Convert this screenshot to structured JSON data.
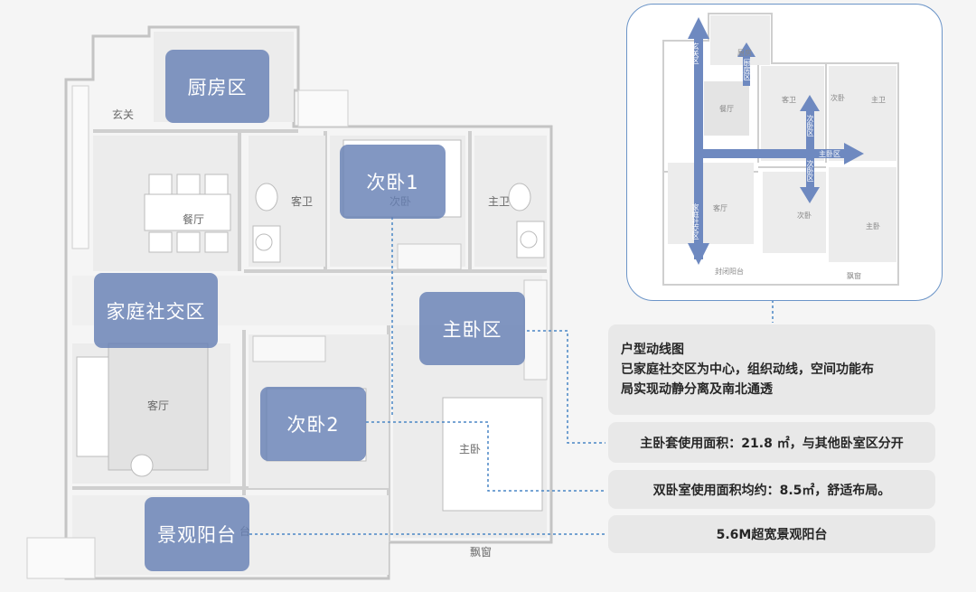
{
  "zones": {
    "kitchen": "厨房区",
    "bedroom2": "次卧1",
    "family": "家庭社交区",
    "master": "主卧区",
    "bedroom3": "次卧2",
    "balcony": "景观阳台"
  },
  "rooms": {
    "entrance": "玄关",
    "dining": "餐厅",
    "guest_bath": "客卫",
    "bedroom": "次卧",
    "master_bath": "主卫",
    "living": "客厅",
    "master": "主卧",
    "bay_window": "飘窗",
    "balcony_partial": "台"
  },
  "flow_diagram": {
    "arrows": {
      "entrance": "玄关区",
      "kitchen": "厨房区",
      "secondary": "次卧区",
      "master": "主卧区",
      "secondary2": "次卧区",
      "social": "家庭社交区"
    },
    "rooms": {
      "kitchen": "厨房",
      "dining": "餐厅",
      "guest_bath": "客卫",
      "bedroom_top": "次卧",
      "master_bath": "主卫",
      "living": "客厅",
      "bedroom_mid": "次卧",
      "master": "主卧",
      "balcony": "封闭阳台",
      "bay": "飘窗"
    }
  },
  "info": {
    "summary_title": "户型动线图",
    "summary_line1": "已家庭社交区为中心，组织动线，空间功能布",
    "summary_line2": "局实现动静分离及南北通透",
    "master_suite": "主卧套使用面积：21.8 ㎡，与其他卧室区分开",
    "bedrooms": "双卧室使用面积均约：8.5㎡，舒适布局。",
    "balcony": "5.6M超宽景观阳台"
  }
}
